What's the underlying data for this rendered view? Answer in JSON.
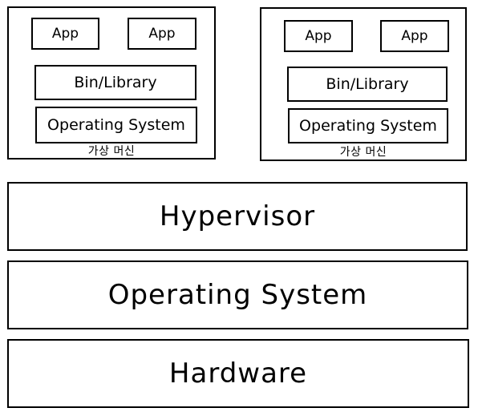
{
  "virtual_machines": [
    {
      "apps": [
        "App",
        "App"
      ],
      "bin_library": "Bin/Library",
      "guest_os": "Operating System",
      "caption": "가상 머신"
    },
    {
      "apps": [
        "App",
        "App"
      ],
      "bin_library": "Bin/Library",
      "guest_os": "Operating System",
      "caption": "가상 머신"
    }
  ],
  "layers": {
    "hypervisor": "Hypervisor",
    "host_os": "Operating System",
    "hardware": "Hardware"
  }
}
